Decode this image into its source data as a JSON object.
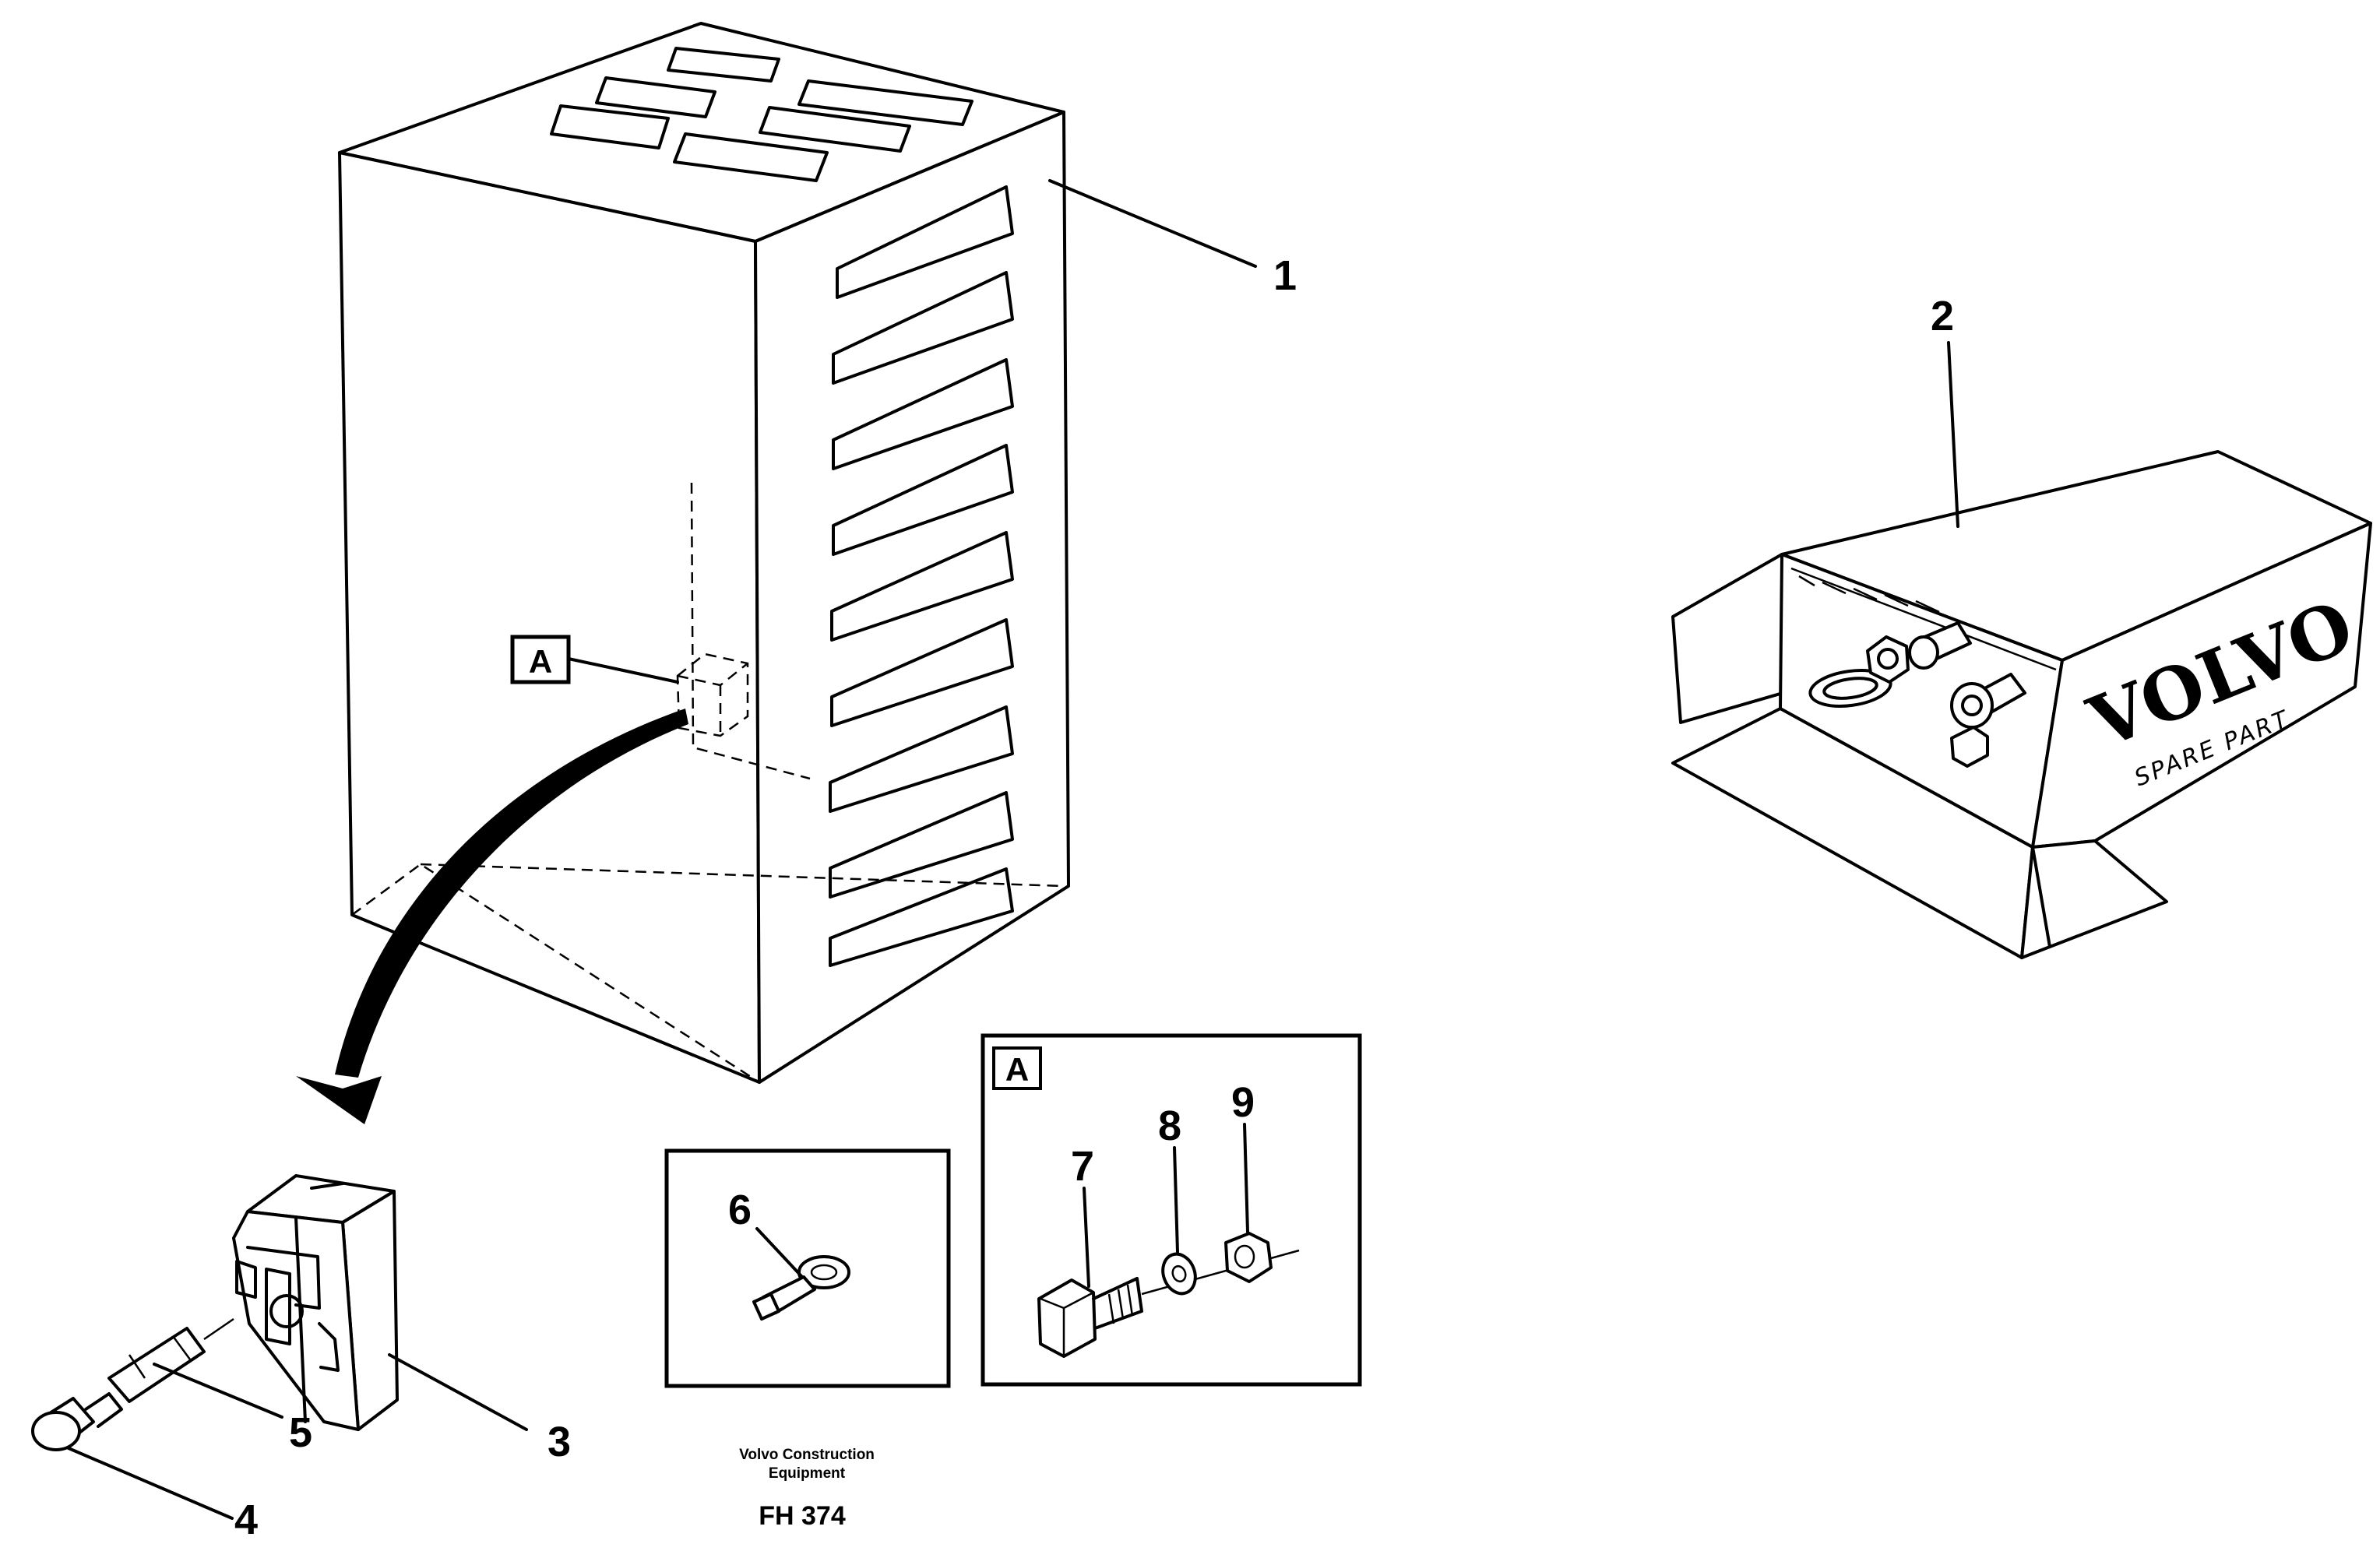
{
  "callouts": {
    "c1": "1",
    "c2": "2",
    "c3": "3",
    "c4": "4",
    "c5": "5",
    "c6": "6",
    "c7": "7",
    "c8": "8",
    "c9": "9"
  },
  "detail_ref": {
    "marker": "A",
    "inset_label": "A"
  },
  "spare_kit": {
    "brand": "VOLVO",
    "subtitle": "SPARE PART"
  },
  "footer": {
    "company_line1": "Volvo Construction",
    "company_line2": "Equipment",
    "code": "FH 374"
  },
  "icons": [
    "cabinet-illustration",
    "spare-part-box-illustration",
    "fuse-holder-illustration",
    "cable-lug-illustration",
    "bolt-washer-nut-illustration",
    "detail-arrow"
  ]
}
